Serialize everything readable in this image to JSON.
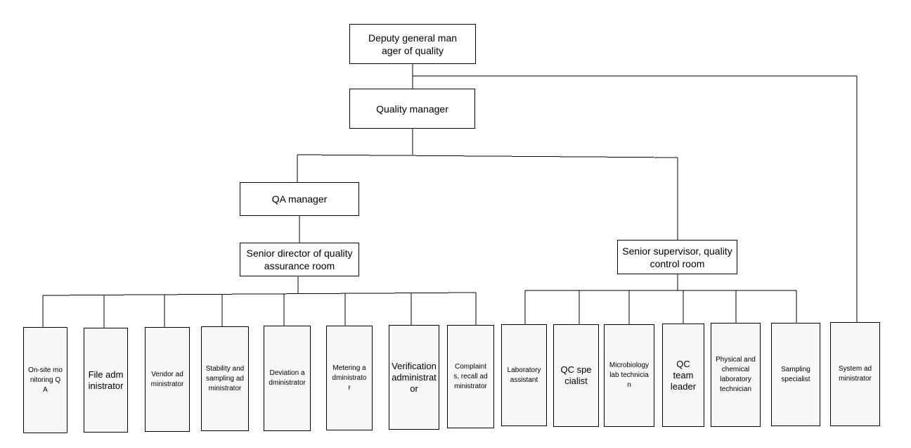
{
  "diagram": {
    "nodes": {
      "deputy_gm": "Deputy general manager of quality",
      "quality_manager": "Quality manager",
      "qa_manager": "QA manager",
      "senior_director_qa": "Senior director of quality assurance room",
      "senior_supervisor_qc": "Senior supervisor, quality control room",
      "onsite_qa": "On-site monitoring QA",
      "file_admin": "File administrator",
      "vendor_admin": "Vendor administrator",
      "stability_admin": "Stability and sampling administrator",
      "deviation_admin": "Deviation administrator",
      "metering_admin": "Metering administrator",
      "verification_admin": "Verification administrator",
      "complaints_admin": "Complaints, recall administrator",
      "lab_assistant": "Laboratory assistant",
      "qc_specialist": "QC specialist",
      "micro_tech": "Microbiology lab technician",
      "qc_team_leader": "QC team leader",
      "physchem_tech": "Physical and chemical laboratory technician",
      "sampling_specialist": "Sampling specialist",
      "system_admin": "System administrator"
    },
    "edges": [
      [
        "deputy_gm",
        "quality_manager"
      ],
      [
        "deputy_gm",
        "system_admin"
      ],
      [
        "quality_manager",
        "qa_manager"
      ],
      [
        "quality_manager",
        "senior_supervisor_qc"
      ],
      [
        "qa_manager",
        "senior_director_qa"
      ],
      [
        "senior_director_qa",
        "onsite_qa"
      ],
      [
        "senior_director_qa",
        "file_admin"
      ],
      [
        "senior_director_qa",
        "vendor_admin"
      ],
      [
        "senior_director_qa",
        "stability_admin"
      ],
      [
        "senior_director_qa",
        "deviation_admin"
      ],
      [
        "senior_director_qa",
        "metering_admin"
      ],
      [
        "senior_director_qa",
        "verification_admin"
      ],
      [
        "senior_director_qa",
        "complaints_admin"
      ],
      [
        "senior_supervisor_qc",
        "lab_assistant"
      ],
      [
        "senior_supervisor_qc",
        "qc_specialist"
      ],
      [
        "senior_supervisor_qc",
        "micro_tech"
      ],
      [
        "senior_supervisor_qc",
        "qc_team_leader"
      ],
      [
        "senior_supervisor_qc",
        "physchem_tech"
      ],
      [
        "senior_supervisor_qc",
        "sampling_specialist"
      ]
    ]
  }
}
